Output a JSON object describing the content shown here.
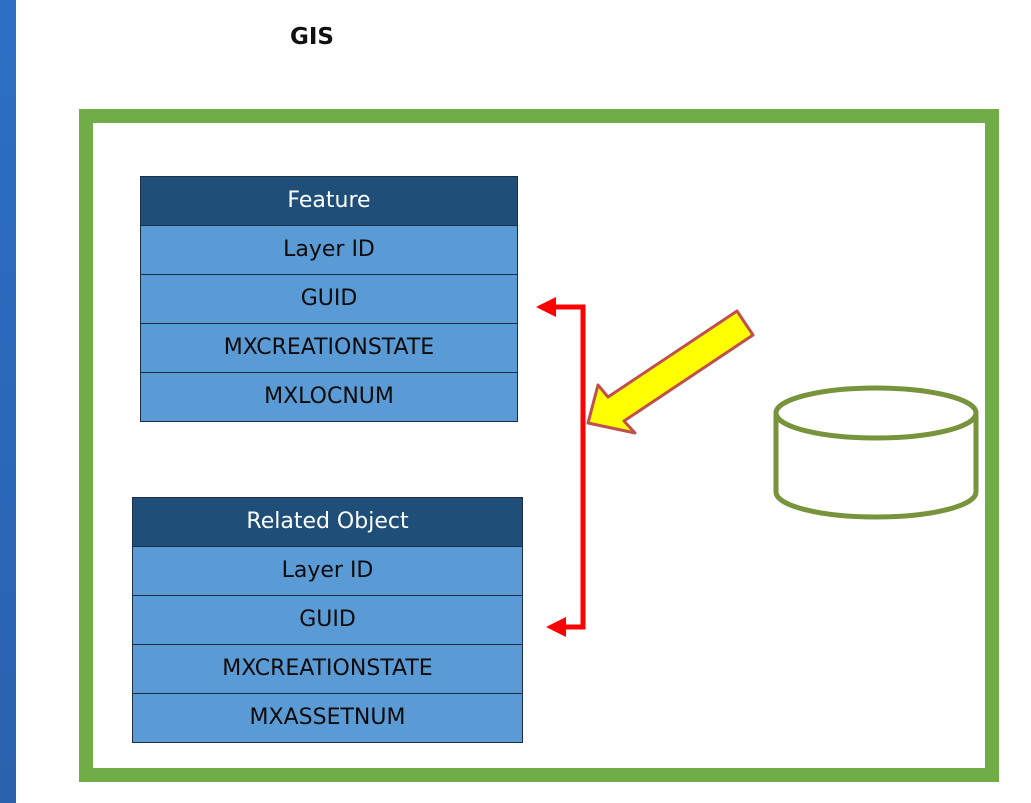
{
  "diagram": {
    "title": "GIS",
    "colors": {
      "gis_border": "#70ad47",
      "table_header": "#1f4e79",
      "table_row": "#5b9bd5",
      "connector": "#ff0000",
      "pointer_fill": "#ffff00",
      "pointer_outline": "#c0504d",
      "database_stroke": "#77933c"
    },
    "feature_table": {
      "header": "Feature",
      "rows": [
        "Layer ID",
        "GUID",
        "MXCREATIONSTATE",
        "MXLOCNUM"
      ]
    },
    "related_table": {
      "header": "Related Object",
      "rows": [
        "Layer ID",
        "GUID",
        "MXCREATIONSTATE",
        "MXASSETNUM"
      ]
    },
    "icons": {
      "connector": "double-headed-bracket-arrow",
      "pointer": "yellow-block-arrow",
      "database": "database-cylinder"
    }
  }
}
